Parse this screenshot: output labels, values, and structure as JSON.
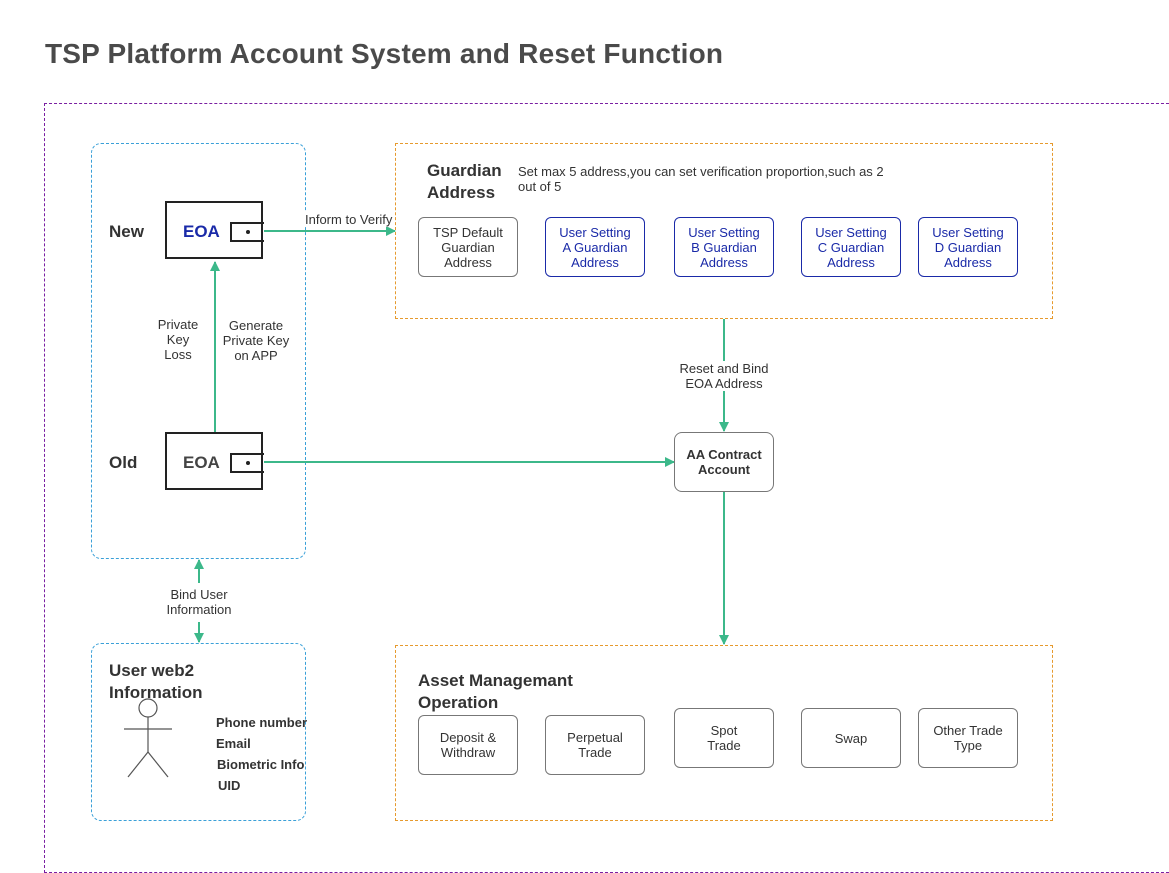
{
  "title": "TSP Platform Account System and Reset Function",
  "labels": {
    "new": "New",
    "old": "Old",
    "eoa": "EOA",
    "private_key_loss": [
      "Private",
      "Key",
      "Loss"
    ],
    "generate_private_key": [
      "Generate",
      "Private Key",
      "on APP"
    ],
    "inform_to_verify": "Inform to Verify",
    "bind_user_information": [
      "Bind User",
      "Information"
    ],
    "reset_and_bind": [
      "Reset and Bind",
      "EOA Address"
    ]
  },
  "guardian": {
    "title": [
      "Guardian",
      "Address"
    ],
    "note": [
      "Set max 5 address,you can set verification proportion,such as 2",
      "out of 5"
    ],
    "nodes": [
      [
        "TSP Default",
        "Guardian",
        "Address"
      ],
      [
        "User Setting",
        "A Guardian",
        "Address"
      ],
      [
        "User Setting",
        "B Guardian",
        "Address"
      ],
      [
        "User Setting",
        "C Guardian",
        "Address"
      ],
      [
        "User Setting",
        "D Guardian",
        "Address"
      ]
    ]
  },
  "aa_contract": [
    "AA Contract",
    "Account"
  ],
  "asset": {
    "title": [
      "Asset Managemant",
      "Operation"
    ],
    "nodes": [
      [
        "Deposit &",
        "Withdraw"
      ],
      [
        "Perpetual",
        "Trade"
      ],
      [
        "Spot",
        "Trade"
      ],
      [
        "Swap"
      ],
      [
        "Other Trade",
        "Type"
      ]
    ]
  },
  "user_web2": {
    "title": [
      "User web2",
      "Information"
    ],
    "fields": [
      "Phone number",
      "Email",
      "Biometric Info",
      "UID"
    ]
  },
  "colors": {
    "arrow_green": "#3cb88a",
    "outer_frame_purple": "#7a1fa2",
    "blue_frame": "#3aa0d8",
    "orange_frame": "#e69a2e",
    "guardian_blue": "#1a2aa8",
    "eoa_new_text": "#1a2aa8",
    "eoa_old_text": "#444444"
  }
}
